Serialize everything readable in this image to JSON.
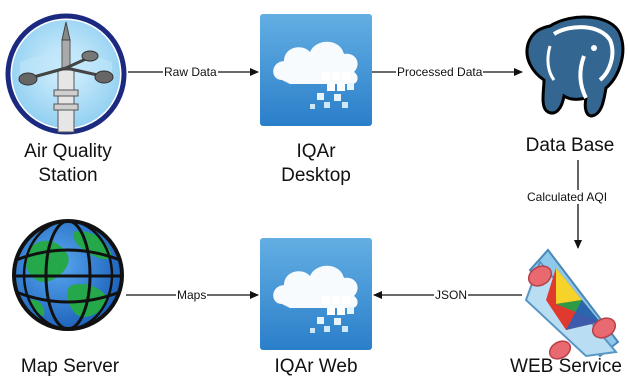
{
  "nodes": {
    "air_quality_station": "Air Quality\nStation",
    "iqar_desktop": "IQAr\nDesktop",
    "data_base": "Data Base",
    "map_server": "Map Server",
    "iqar_web": "IQAr Web",
    "web_service": "WEB Service"
  },
  "edges": {
    "raw_data": "Raw Data",
    "processed_data": "Processed Data",
    "calculated_aqi": "Calculated AQI",
    "json": "JSON",
    "maps": "Maps"
  },
  "colors": {
    "cloud_tile_top": "#63aee3",
    "cloud_tile_bottom": "#2b7fc9",
    "station_ring": "#1b2a80",
    "postgres_blue": "#336791",
    "globe_green": "#24a84a",
    "globe_blue": "#1a6fd0",
    "service_frame": "#b9ddf2"
  },
  "icons": [
    "anemometer-station-icon",
    "cloud-app-icon",
    "postgresql-elephant-icon",
    "globe-icon",
    "web-service-prism-icon"
  ]
}
